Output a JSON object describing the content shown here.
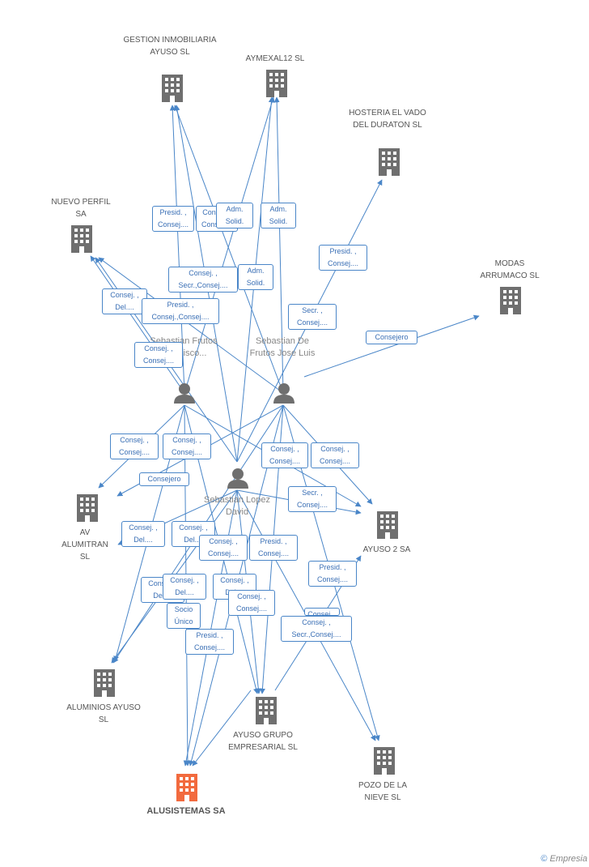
{
  "colors": {
    "edge": "#4a86c8",
    "building": "#6f6f6f",
    "highlight": "#f26a3e",
    "person": "#6f6f6f"
  },
  "companies": [
    {
      "id": "gestion",
      "label": "GESTION INMOBILIARIA AYUSO SL"
    },
    {
      "id": "aymexal",
      "label": "AYMEXAL12 SL"
    },
    {
      "id": "hosteria",
      "label": "HOSTERIA EL VADO DEL DURATON SL"
    },
    {
      "id": "nuevo",
      "label": "NUEVO PERFIL SA"
    },
    {
      "id": "modas",
      "label": "MODAS ARRUMACO SL"
    },
    {
      "id": "av",
      "label": "AV ALUMITRAN SL"
    },
    {
      "id": "ayuso2",
      "label": "AYUSO 2 SA"
    },
    {
      "id": "aluminios",
      "label": "ALUMINIOS AYUSO SL"
    },
    {
      "id": "grupo",
      "label": "AYUSO GRUPO EMPRESARIAL SL"
    },
    {
      "id": "pozo",
      "label": "POZO DE LA NIEVE SL"
    },
    {
      "id": "alusistemas",
      "label": "ALUSISTEMAS SA",
      "highlight": true
    }
  ],
  "people": [
    {
      "id": "frutos_francisco",
      "label": "Sebastian Frutos Francisco..."
    },
    {
      "id": "frutos_jose",
      "label": "Sebastian De Frutos Jose Luis"
    },
    {
      "id": "lopez",
      "label": "Sebastian Lopez David"
    }
  ],
  "edge_labels": [
    "Presid. , Consej....",
    "Consej. , Consej....",
    "Adm. Solid.",
    "Adm. Solid.",
    "Presid. , Consej....",
    "Consej. , Secr.,Consej....",
    "Adm. Solid.",
    "Consej. , Del....",
    "Presid. , Consej.,Consej....",
    "Secr. , Consej....",
    "Consejero",
    "Consej. , Consej....",
    "Consej. , Consej....",
    "Consej. , Consej....",
    "Consejero",
    "Consej. , Consej....",
    "Consej. , Consej....",
    "Secr. , Consej....",
    "Consej. , Del....",
    "Consej. , Del....",
    "Consej. , Consej....",
    "Presid. , Consej....",
    "Consej. , Del....",
    "Consej. , Del....",
    "Consej. , Del....",
    "Consej. , Consej....",
    "Presid. , Consej....",
    "Socio Único",
    "Presid. , Consej....",
    "Consej. , Secr.,Consej....",
    "Consej. , Consej...."
  ],
  "footer": {
    "copyright": "©",
    "brand": "Empresia"
  }
}
